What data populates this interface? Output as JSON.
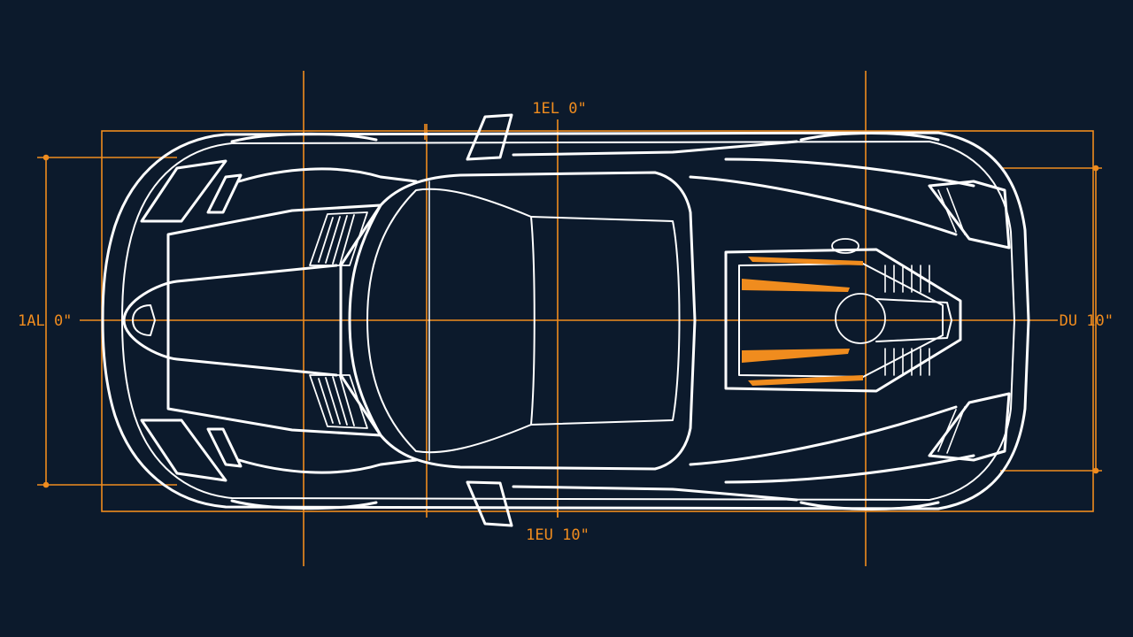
{
  "colors": {
    "background": "#0c1a2c",
    "outline": "#ffffff",
    "dimension": "#f08c1e"
  },
  "dimensions": {
    "top": "1EL 0\"",
    "bottom": "1EU 10\"",
    "left": "1AL 0\"",
    "right": "DU 10\""
  }
}
